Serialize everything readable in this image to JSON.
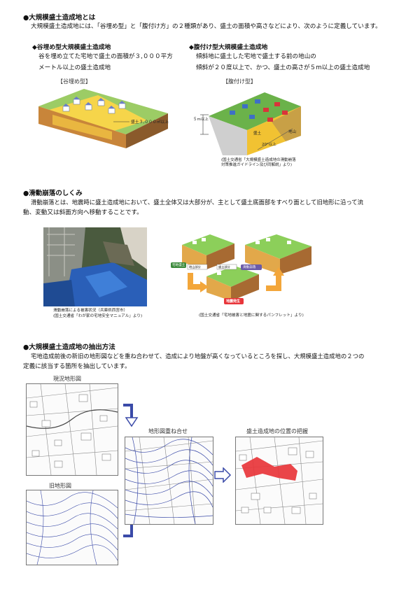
{
  "s1": {
    "heading": "●大規模盛土造成地とは",
    "body": "大規模盛土造成地には、「谷埋め型」と「腹付け方」の２種類があり、盛土の面積や高さなどにより、次のように定義しています。",
    "left_heading": "◆谷埋め型大規模盛土造成地",
    "left_body_1": "谷を埋め立てた宅地で盛土の面積が３,０００平方",
    "left_body_2": "メートル以上の盛土造成地",
    "right_heading": "◆腹付け型大規模盛土造成地",
    "right_body_1": "傾斜地に盛土した宅地で盛土する前の地山の",
    "right_body_2": "傾斜が２０度以上で、かつ、盛土の高さが５m以上の盛土造成地",
    "fig_left_label": "【谷埋め型】",
    "fig_left_annotation": "盛土３,０００㎡以上",
    "fig_right_label": "【腹付け型】",
    "fig_right_height": "５m以上",
    "fig_right_fill": "盛土",
    "fig_right_ground": "地山",
    "fig_right_angle": "20°以上",
    "fig_right_source_1": "(国土交通省「大規模盛土造成地の滑動崩落",
    "fig_right_source_2": "対策推進ガイドライン及び同解説」より)"
  },
  "s2": {
    "heading": "●滑動崩落のしくみ",
    "body_1": "滑動崩落とは、地震時に盛土造成地において、盛土全体又は大部分が、主として盛土底面部をすべり面として旧地形に沿って流",
    "body_2": "動、変動又は斜面方向へ移動することです。",
    "photo_caption_1": "滑動崩落による被害状況（兵庫県西宮市）",
    "photo_caption_2": "(国土交通省「わが家の宅地安全マニュアル」より)",
    "diag_label_1": "宅地盛土",
    "diag_label_2": "地震発生",
    "diag_label_3": "滑動崩落",
    "diag_small_1": "地山部分",
    "diag_small_2": "盛土部分",
    "diag_source": "(国土交通省「宅地被害と地震に関するパンフレット」より)"
  },
  "s3": {
    "heading": "●大規模盛土造成地の抽出方法",
    "body_1": "宅地造成前後の新旧の地形図などを重ね合わせて、造成により地盤が高くなっているところを探し、大規模盛土造成地の２つの",
    "body_2": "定義に該当する箇所を抽出しています。",
    "map_current": "現況地形図",
    "map_old": "旧地形図",
    "map_overlay": "地形図重ね合せ",
    "map_result": "盛土造成地の位置の把握"
  },
  "colors": {
    "fill_red": "#e8353a",
    "flood_tarp": "#2a5fb8",
    "arrow_orange": "#f3a63a",
    "grass_green": "#6bb24a",
    "soil_yellow": "#f1c232",
    "contour_blue": "#3a4aa8"
  }
}
